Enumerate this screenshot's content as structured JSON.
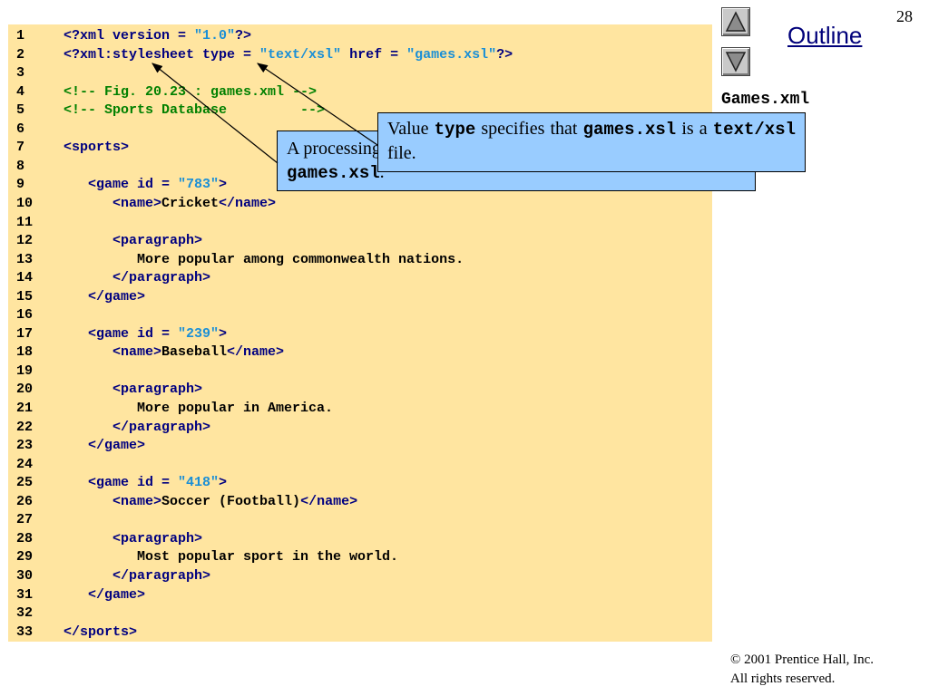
{
  "page_number": "28",
  "outline_title": "Outline",
  "file_title": "Games.xml",
  "nav": {
    "up_icon": "triangle-up-icon",
    "down_icon": "triangle-down-icon"
  },
  "code_lines": [
    {
      "n": "1",
      "parts": [
        {
          "t": "<?xml version = ",
          "c": "pi"
        },
        {
          "t": "\"1.0\"",
          "c": "str"
        },
        {
          "t": "?>",
          "c": "pi"
        }
      ]
    },
    {
      "n": "2",
      "parts": [
        {
          "t": "<?xml:stylesheet type = ",
          "c": "pi"
        },
        {
          "t": "\"text/xsl\"",
          "c": "str"
        },
        {
          "t": " href = ",
          "c": "pi"
        },
        {
          "t": "\"games.xsl\"",
          "c": "str"
        },
        {
          "t": "?>",
          "c": "pi"
        }
      ]
    },
    {
      "n": "3",
      "parts": []
    },
    {
      "n": "4",
      "parts": [
        {
          "t": "<!-- Fig. 20.23 : games.xml -->",
          "c": "comment"
        }
      ]
    },
    {
      "n": "5",
      "parts": [
        {
          "t": "<!-- Sports Database         -->",
          "c": "comment"
        }
      ]
    },
    {
      "n": "6",
      "parts": []
    },
    {
      "n": "7",
      "parts": [
        {
          "t": "<sports>",
          "c": "tag"
        }
      ]
    },
    {
      "n": "8",
      "parts": []
    },
    {
      "n": "9",
      "parts": [
        {
          "t": "   <game id = ",
          "c": "tag"
        },
        {
          "t": "\"783\"",
          "c": "str"
        },
        {
          "t": ">",
          "c": "tag"
        }
      ]
    },
    {
      "n": "10",
      "parts": [
        {
          "t": "      <name>",
          "c": "tag"
        },
        {
          "t": "Cricket",
          "c": "text"
        },
        {
          "t": "</name>",
          "c": "tag"
        }
      ]
    },
    {
      "n": "11",
      "parts": []
    },
    {
      "n": "12",
      "parts": [
        {
          "t": "      <paragraph>",
          "c": "tag"
        }
      ]
    },
    {
      "n": "13",
      "parts": [
        {
          "t": "         More popular among commonwealth nations.",
          "c": "text"
        }
      ]
    },
    {
      "n": "14",
      "parts": [
        {
          "t": "      </paragraph>",
          "c": "tag"
        }
      ]
    },
    {
      "n": "15",
      "parts": [
        {
          "t": "   </game>",
          "c": "tag"
        }
      ]
    },
    {
      "n": "16",
      "parts": []
    },
    {
      "n": "17",
      "parts": [
        {
          "t": "   <game id = ",
          "c": "tag"
        },
        {
          "t": "\"239\"",
          "c": "str"
        },
        {
          "t": ">",
          "c": "tag"
        }
      ]
    },
    {
      "n": "18",
      "parts": [
        {
          "t": "      <name>",
          "c": "tag"
        },
        {
          "t": "Baseball",
          "c": "text"
        },
        {
          "t": "</name>",
          "c": "tag"
        }
      ]
    },
    {
      "n": "19",
      "parts": []
    },
    {
      "n": "20",
      "parts": [
        {
          "t": "      <paragraph>",
          "c": "tag"
        }
      ]
    },
    {
      "n": "21",
      "parts": [
        {
          "t": "         More popular in America.",
          "c": "text"
        }
      ]
    },
    {
      "n": "22",
      "parts": [
        {
          "t": "      </paragraph>",
          "c": "tag"
        }
      ]
    },
    {
      "n": "23",
      "parts": [
        {
          "t": "   </game>",
          "c": "tag"
        }
      ]
    },
    {
      "n": "24",
      "parts": []
    },
    {
      "n": "25",
      "parts": [
        {
          "t": "   <game id = ",
          "c": "tag"
        },
        {
          "t": "\"418\"",
          "c": "str"
        },
        {
          "t": ">",
          "c": "tag"
        }
      ]
    },
    {
      "n": "26",
      "parts": [
        {
          "t": "      <name>",
          "c": "tag"
        },
        {
          "t": "Soccer (Football)",
          "c": "text"
        },
        {
          "t": "</name>",
          "c": "tag"
        }
      ]
    },
    {
      "n": "27",
      "parts": []
    },
    {
      "n": "28",
      "parts": [
        {
          "t": "      <paragraph>",
          "c": "tag"
        }
      ]
    },
    {
      "n": "29",
      "parts": [
        {
          "t": "         Most popular sport in the world.",
          "c": "text"
        }
      ]
    },
    {
      "n": "30",
      "parts": [
        {
          "t": "      </paragraph>",
          "c": "tag"
        }
      ]
    },
    {
      "n": "31",
      "parts": [
        {
          "t": "   </game>",
          "c": "tag"
        }
      ]
    },
    {
      "n": "32",
      "parts": []
    },
    {
      "n": "33",
      "parts": [
        {
          "t": "</sports>",
          "c": "tag"
        }
      ]
    }
  ],
  "callout_pi": {
    "t1": "A processing instruction that references the XSL stylesheet ",
    "code1": "games.xsl",
    "t2": "."
  },
  "callout_type": {
    "t1": "Value ",
    "code1": "type",
    "t2": " specifies that ",
    "code2": "games.xsl",
    "t3": " is a ",
    "code3": "text/xsl",
    "t4": " file."
  },
  "copyright": {
    "line1": "© 2001 Prentice Hall, Inc.",
    "line2": "All rights reserved."
  },
  "colors": {
    "code_bg": "#ffe5a0",
    "comment": "#008000",
    "tag": "#000080",
    "string": "#1a8fd6",
    "callout_bg": "#99ccff",
    "outline_title": "#00007a"
  }
}
